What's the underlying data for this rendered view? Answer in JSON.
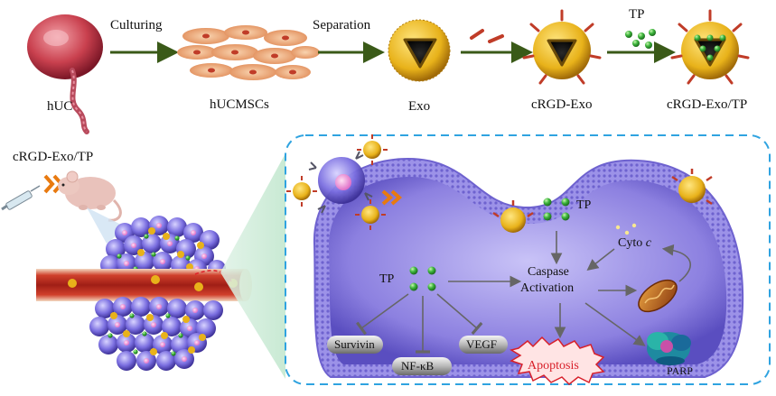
{
  "top_row": {
    "huc": "hUC",
    "culturing": "Culturing",
    "hucmscs": "hUCMSCs",
    "separation": "Separation",
    "exo": "Exo",
    "crgd_exo": "cRGD-Exo",
    "tp_top": "TP",
    "crgd_exo_tp": "cRGD-Exo/TP"
  },
  "left_panel": {
    "crgd_exo_tp": "cRGD-Exo/TP"
  },
  "cell_panel": {
    "tp_upper": "TP",
    "cyto": "Cyto",
    "cyto_c": "c",
    "tp_left": "TP",
    "caspase": "Caspase",
    "activation": "Activation",
    "survivin": "Survivin",
    "nfkb": "NF-κB",
    "vegf": "VEGF",
    "apoptosis": "Apoptosis",
    "parp": "PARP"
  },
  "colors": {
    "exo_gold": "#e8b21a",
    "tp_green": "#3cb53c",
    "cell_purple": "#8c80e0",
    "arrow_green": "#3a5a18",
    "dashed_border": "#2fa3e0",
    "apoptosis_red": "#d8202a"
  }
}
